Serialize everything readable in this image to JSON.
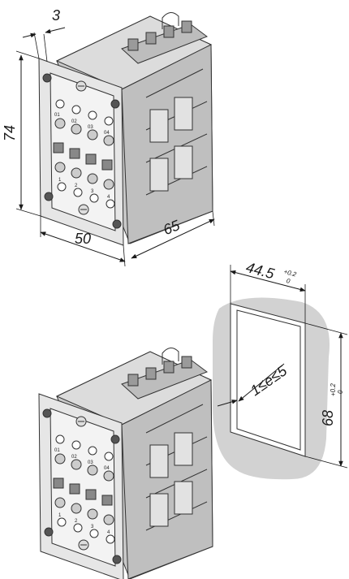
{
  "dimensions": {
    "thickness": "3",
    "height": "74",
    "width": "50",
    "depth": "65",
    "cutout_width": "44.5",
    "cutout_width_tol_upper": "+0.2",
    "cutout_width_tol_lower": "0",
    "cutout_height": "68",
    "cutout_height_tol_upper": "+0.2",
    "cutout_height_tol_lower": "0",
    "panel_thickness": "1≤e≤5"
  },
  "module_labels": {
    "top_row": [
      "01",
      "02",
      "03",
      "04"
    ],
    "bottom_row": [
      "1",
      "2",
      "3",
      "4"
    ]
  },
  "colors": {
    "line": "#1a1a1a",
    "body_light": "#e4e4e4",
    "body_mid": "#c8c8c8",
    "body_dark": "#9a9a9a",
    "panel_highlight": "#d2d2d2"
  }
}
